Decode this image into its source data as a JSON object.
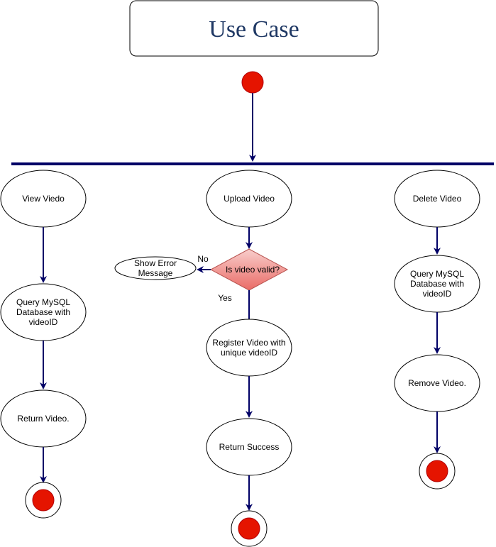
{
  "title": "Use Case",
  "colors": {
    "title_text": "#1f3864",
    "edge": "#000066",
    "start_end_fill": "#e51400",
    "start_end_stroke": "#b20000",
    "decision_fill_top": "#f8cecc",
    "decision_fill_bottom": "#ea6b66",
    "decision_stroke": "#b85450"
  },
  "nodes": {
    "view": "View Viedo",
    "query_view_l1": "Query MySQL",
    "query_view_l2": "Database with",
    "query_view_l3": "videoID",
    "return_video": "Return Video.",
    "upload": "Upload Video",
    "decision": "Is video valid?",
    "error_l1": "Show Error",
    "error_l2": "Message",
    "register_l1": "Register Video with",
    "register_l2": "unique videoID",
    "return_success": "Return Success",
    "delete": "Delete Video",
    "query_delete_l1": "Query MySQL",
    "query_delete_l2": "Database with",
    "query_delete_l3": "videoID",
    "remove": "Remove Video."
  },
  "edge_labels": {
    "no": "No",
    "yes": "Yes"
  }
}
